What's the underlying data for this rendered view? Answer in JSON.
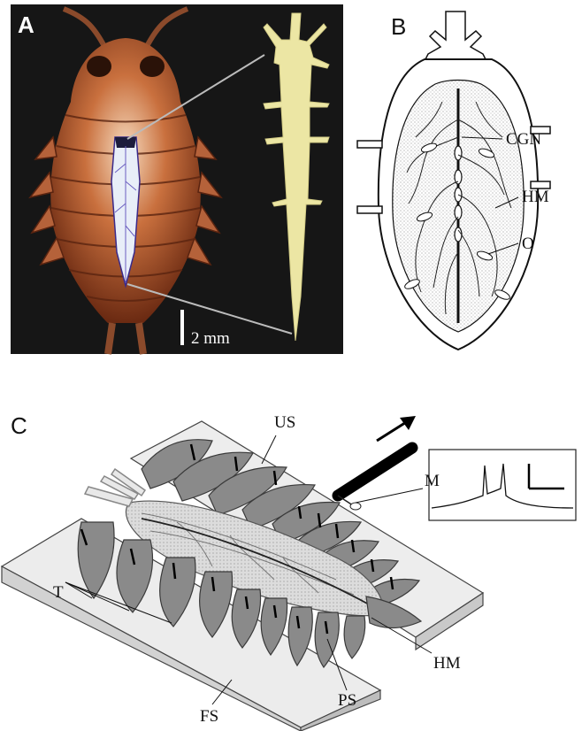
{
  "panels": {
    "a": {
      "label": "A",
      "scale_bar": "2 mm",
      "colors": {
        "background": "#161616",
        "body": "#a0522d",
        "highlight": "#f2d2a8",
        "heart_model": "#ece6a4"
      }
    },
    "b": {
      "label": "B",
      "annotations": {
        "cgn": "CGN",
        "hm": "HM",
        "o": "O"
      }
    },
    "c": {
      "label": "C",
      "annotations": {
        "us": "US",
        "m": "M",
        "t": "T",
        "fs": "FS",
        "ps": "PS",
        "hm": "HM"
      },
      "inset": "recording-trace",
      "colors": {
        "tergite": "#8a8a8a",
        "slab": "#e6e6e6",
        "heart": "#d4d4d4"
      }
    }
  }
}
